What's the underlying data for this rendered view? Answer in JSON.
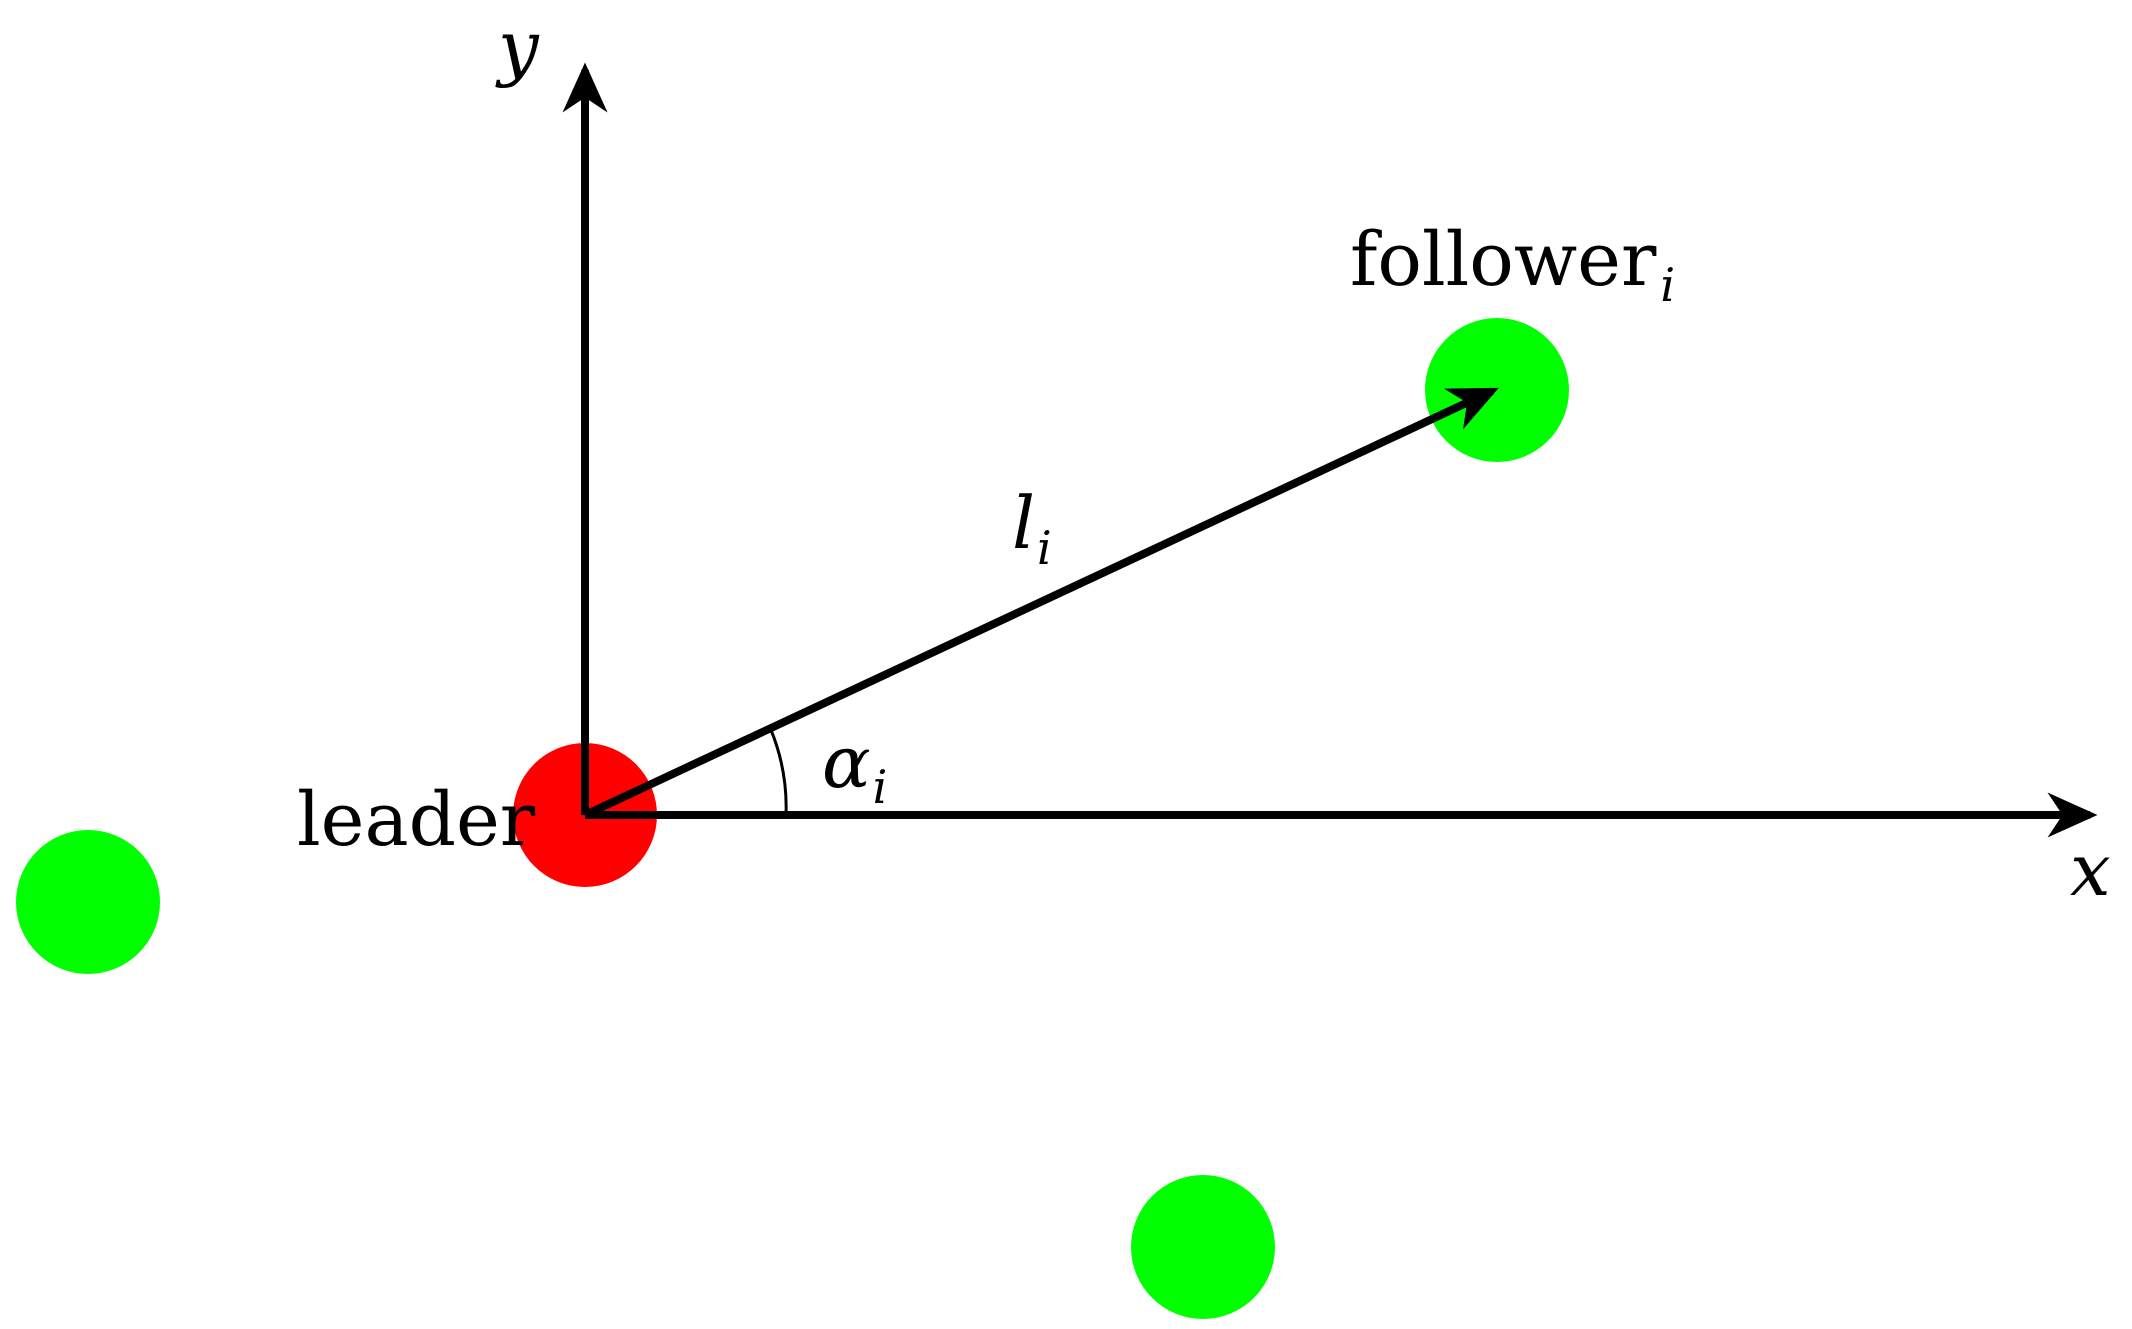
{
  "colors": {
    "leader": "#ff0000",
    "follower": "#00ff00",
    "stroke": "#000000",
    "background": "#ffffff"
  },
  "labels": {
    "y_axis": "y",
    "x_axis": "x",
    "leader": "leader",
    "follower_base": "follower",
    "follower_sub": "i",
    "distance_base": "l",
    "distance_sub": "i",
    "angle_base": "α",
    "angle_sub": "i"
  }
}
